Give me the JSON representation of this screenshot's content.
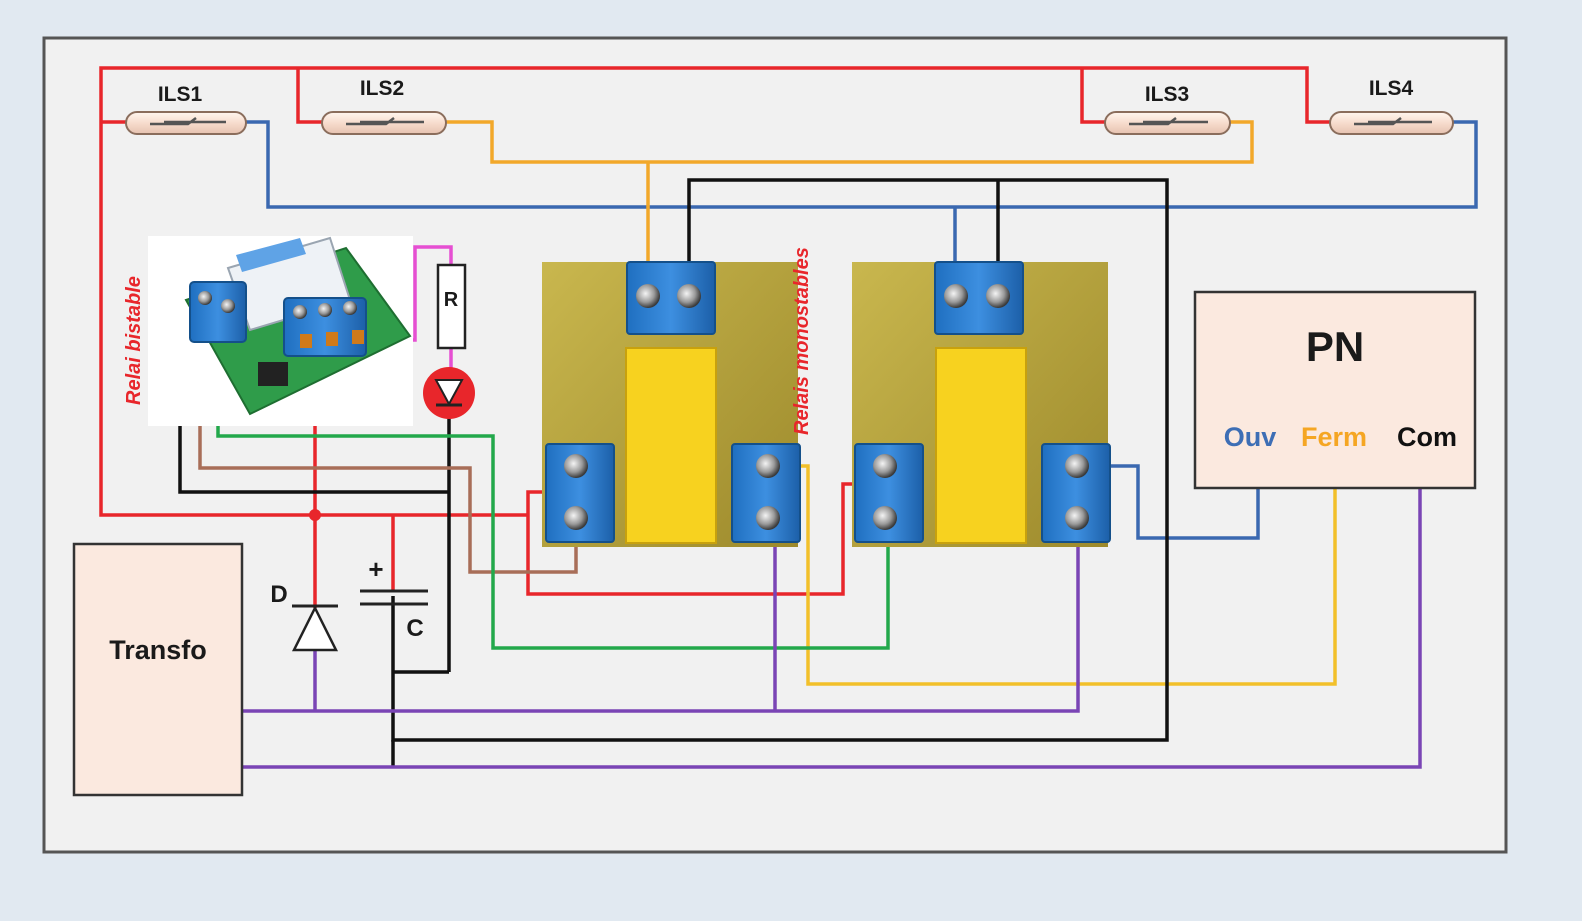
{
  "diagram": {
    "reed_switches": [
      "ILS1",
      "ILS2",
      "ILS3",
      "ILS4"
    ],
    "bistable_relay_label": "Relai bistable",
    "monostable_relays_label": "Relais monostables",
    "resistor_label": "R",
    "diode_label": "D",
    "capacitor_label": "C",
    "capacitor_polarity": "+",
    "transformer_label": "Transfo",
    "crossing": {
      "title": "PN",
      "terminals": [
        "Ouv",
        "Ferm",
        "Com"
      ],
      "terminal_colors": [
        "#3d6eb5",
        "#f5a623",
        "#111111"
      ]
    }
  },
  "colors": {
    "red": "#e8262b",
    "blue": "#3a68b0",
    "orange": "#f2a82a",
    "black": "#111111",
    "green": "#22a84b",
    "brown": "#a86e58",
    "purple": "#7a45b5",
    "pink": "#e64fd2",
    "box_fill": "#fbe9df",
    "panel_fill": "#f1f1f1"
  }
}
